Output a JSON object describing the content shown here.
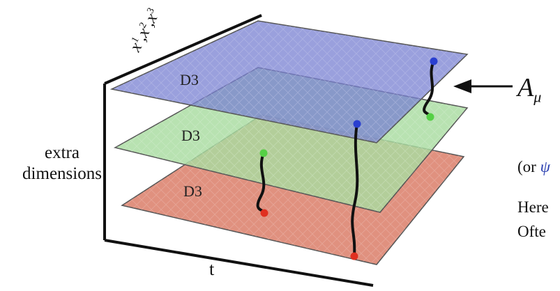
{
  "axes": {
    "vertical_label_line1": "extra",
    "vertical_label_line2": "dimensions",
    "time_label": "t",
    "space_label": "x",
    "space_sup1": "1",
    "space_sup2": "2",
    "space_sup3": "3",
    "space_sep": ","
  },
  "branes": [
    {
      "label": "D3",
      "color": "#8b90d8"
    },
    {
      "label": "D3",
      "color": "#a8dca0"
    },
    {
      "label": "D3",
      "color": "#e0917f"
    }
  ],
  "annotation": {
    "field_symbol": "A",
    "field_index": "μ",
    "or_prefix": "(or ",
    "or_symbol": "ψ",
    "line1": "Here",
    "line2": "Ofte"
  },
  "colors": {
    "string_end_blue": "#2a3fd0",
    "string_end_green": "#55d045",
    "string_end_red": "#e03020"
  }
}
